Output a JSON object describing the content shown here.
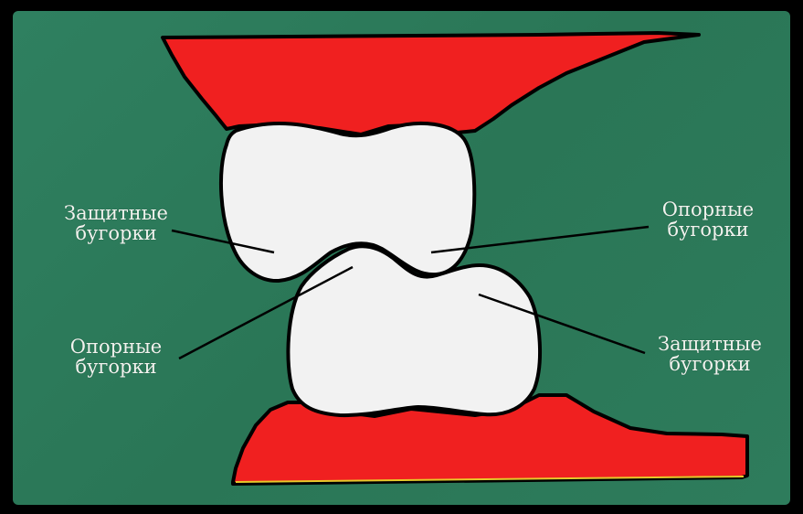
{
  "labels": {
    "upper_left": {
      "line1": "Защитные",
      "line2": "бугорки"
    },
    "upper_right": {
      "line1": "Опорные",
      "line2": "бугорки"
    },
    "lower_left": {
      "line1": "Опорные",
      "line2": "бугорки"
    },
    "lower_right": {
      "line1": "Защитные",
      "line2": "бугорки"
    }
  },
  "colors": {
    "background": "#2e7d5b",
    "gum": "#f02020",
    "tooth": "#f2f2f2",
    "outline": "#000000",
    "frame": "#000000"
  }
}
